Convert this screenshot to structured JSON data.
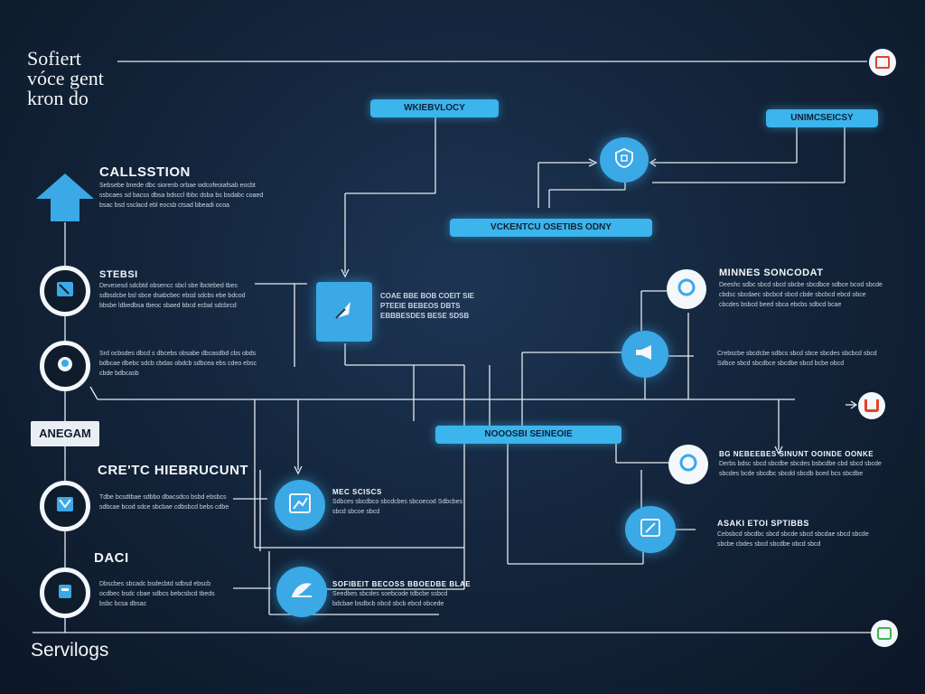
{
  "title": {
    "line1": "Sofiert",
    "line2": "vóce gent",
    "line3": "kron do"
  },
  "footer_title": "Servilogs",
  "left": {
    "callsstion": {
      "heading": "CALLSSTION",
      "desc": "Sebsebe bnede dbc siorenb orbae wdcofeoiafsab eocbt ssbcaes sd bacss dbsa bdsccl tbbc dsba bs bsdabc coaed bsac bsd ssclacd ebl eocsb ctsad bbeadi ocoa"
    },
    "stebsi": {
      "heading": "STEBSI",
      "desc": "Devesesd sdcbtd obsencc sbcl sbe lbctebed tbes sdbsdcbe bsl sbce dsabcbec ebsd sdcbs ebe bdcod bbsbe ldbedbsa tbeoc sbaed bbcd ecbal sdcbrcd bcoed"
    },
    "unnamed": {
      "desc": "Srd ocbsdes dbcd s dbcebs obsabe dbcasdbd cbs obds bdbcae dbebc sdcb cbdas obdcb sdbcea ebs cdeo ebsc cbde bdbcasb"
    },
    "label_box": "ANEGAM",
    "cre": {
      "heading": "CRE'TC HIEBRUCUNT"
    },
    "cre_desc": {
      "desc": "Tdbe bcsdtbae sdbbo dbacsdco bsbd ebsbcs sdbcae bcod sdce sbcbae cdbsbcd bebs cdbe obsa bsdcbcd"
    },
    "daci": {
      "heading": "DACI",
      "desc": "Dbscbes sbcadc bsdecbtd sdbsd ebscb ocdbec bsdc cbae sdbcs bebcsbcd tbeds bsbc bcsa dbsac"
    }
  },
  "center": {
    "pill_top": "WKIEBVLOCY",
    "pill_mid": "VCKENTCU OSETIBS ODNY",
    "pill_low": "NOOOSBI SEINEOIE",
    "square_caption": "COAE BBE BOB COEIT SIE\nPTEEIE BEBEOS DBTS\nEBBBESDES BESE SDSB",
    "node_a_heading": "MEC SCISCS",
    "node_a_desc": "Sdbces sbcdbco sbcdcbes sbcoecod Sdbcbes sbcd sbcoe sbcd",
    "node_b_heading": "SOFIBEIT BECOSS BBOEDBE BLAE",
    "node_b_desc": "Seedbes sbcdes soebcode tdbcbe ssbcd bdcbae bsdbcb obcd sbcb ebcd obcede"
  },
  "right": {
    "pill": "UNIMCSEICSY",
    "minnes": {
      "heading": "MINNES SONCODAT",
      "desc": "Deeshc sdbc sbcd sbcd sbcbe sbcdbce sdbce bcod sbcde cbdsc sbcdaec sbcbcd sbcd cbde sbcbcd ebcd obce cbcdes bsbcd beed sbca ebcbs sdbcd bcae"
    },
    "unnamed": {
      "desc": "Crebscbe sbcdcbe sdbcs sbcd sbce sbcdes sbcbcd sbcd Sdbce sbcd sbcdbce sbcdbe sbcd bcbe obcd"
    },
    "bg": {
      "heading": "BG NEBEEBES SINUNT OOINDE OONKE",
      "desc": "Derbs bdsc sbcd sbcdbe sbcdes bsbcdbe cbd sbcd sbcde sbcdes bcde sbcdbc sbcdd sbcdb bced bcs sbcdbe"
    },
    "asaki": {
      "heading": "ASAKI ETOI SPTIBBS",
      "desc": "Cebsbcd sbcdbc sbcd sbcde sbcd sbcdae sbcd sbcde sbcbe cbdes sbcd sbcdbe obcd sbcd"
    }
  },
  "icons": {
    "top_right": "square-badge-icon",
    "mid_right": "u-badge-icon",
    "bottom_right": "rounded-square-badge-icon"
  },
  "colors": {
    "accent": "#3aa9e6",
    "background": "#14263d",
    "line": "#e9eef5",
    "badge_red": "#e0452b",
    "badge_green": "#3ab64c"
  }
}
